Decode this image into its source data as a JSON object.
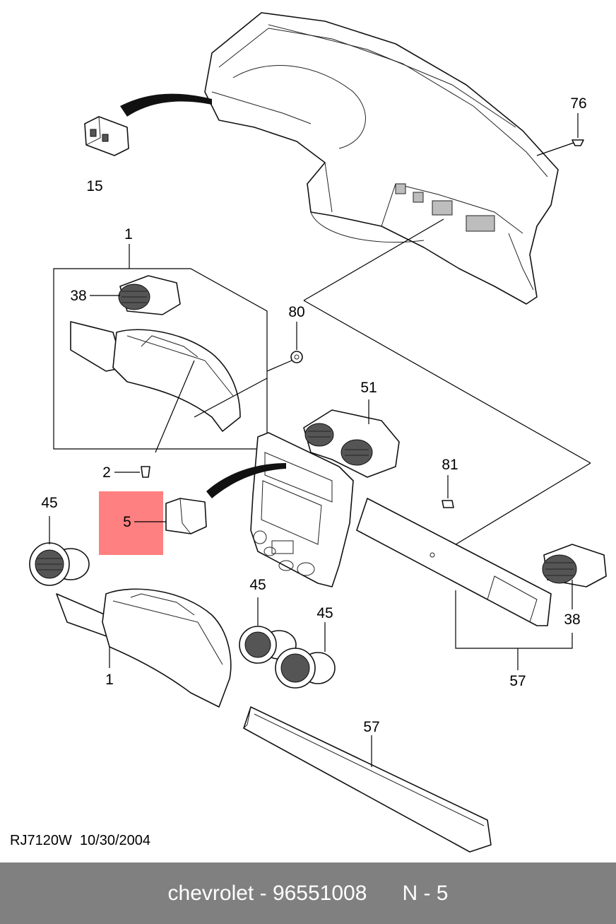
{
  "callouts": {
    "c76": "76",
    "c15": "15",
    "c1a": "1",
    "c38a": "38",
    "c80": "80",
    "c51": "51",
    "c2": "2",
    "c81": "81",
    "c45a": "45",
    "c5": "5",
    "c38b": "38",
    "c45b": "45",
    "c45c": "45",
    "c1b": "1",
    "c57a": "57",
    "c57b": "57"
  },
  "doc_ref": {
    "code": "RJ7120W",
    "date": "10/30/2004"
  },
  "footer": {
    "brand": "chevrolet",
    "part_number": "96551008",
    "position": "N - 5"
  },
  "colors": {
    "highlight": "#ff8080",
    "footer_bg": "#808080",
    "footer_text": "#ffffff"
  }
}
